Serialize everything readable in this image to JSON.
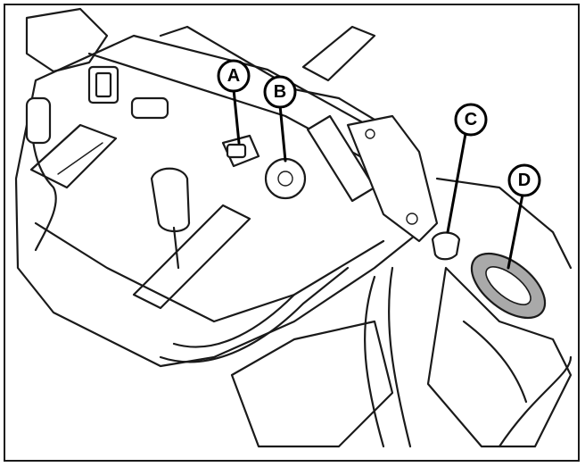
{
  "callouts": {
    "a": {
      "letter": "A"
    },
    "b": {
      "letter": "B"
    },
    "c": {
      "letter": "C"
    },
    "d": {
      "letter": "D"
    }
  },
  "colors": {
    "line": "#1a1a1a",
    "highlight": "#a9a9a9",
    "background": "#ffffff"
  }
}
